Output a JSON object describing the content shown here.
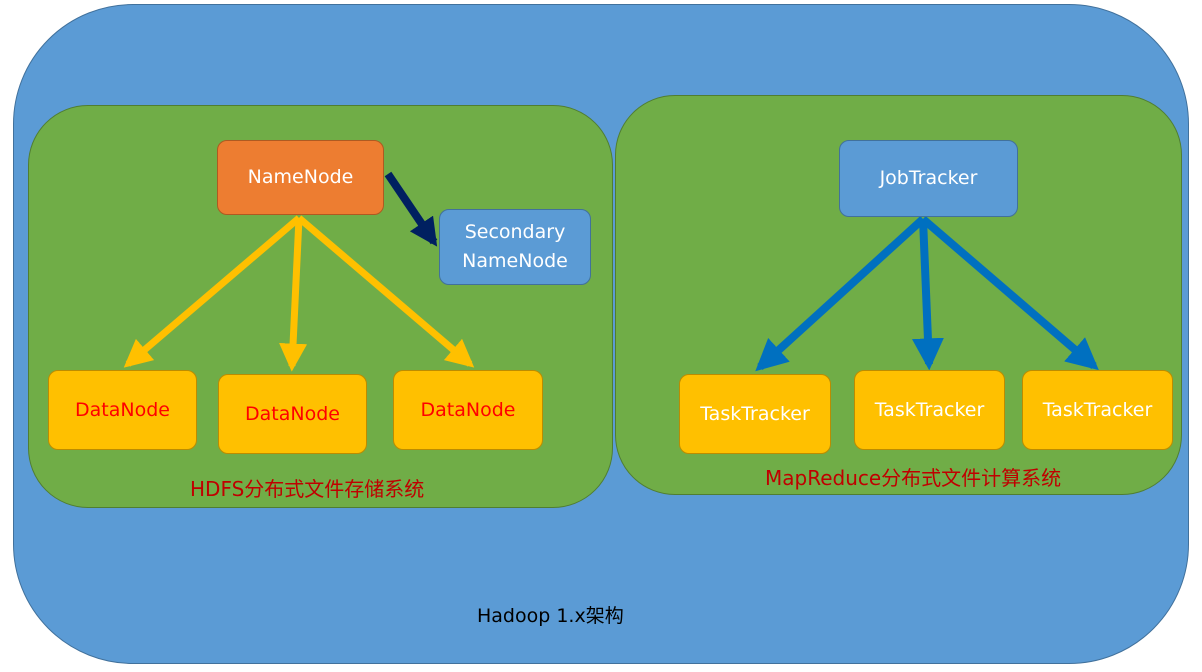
{
  "title": "Hadoop 1.x架构",
  "hdfs": {
    "caption": "HDFS分布式文件存储系统",
    "namenode": "NameNode",
    "secondary_namenode": "Secondary\nNameNode",
    "datanodes": [
      "DataNode",
      "DataNode",
      "DataNode"
    ]
  },
  "mapreduce": {
    "caption": "MapReduce分布式文件计算系统",
    "jobtracker": "JobTracker",
    "tasktrackers": [
      "TaskTracker",
      "TaskTracker",
      "TaskTracker"
    ]
  },
  "colors": {
    "outer": "#5b9bd5",
    "group": "#70ad47",
    "namenode": "#ed7d31",
    "worker": "#ffc000",
    "hdfs_arrow": "#ffc000",
    "secondary_arrow": "#002060",
    "mr_arrow": "#0070c0",
    "caption": "#c00000"
  }
}
